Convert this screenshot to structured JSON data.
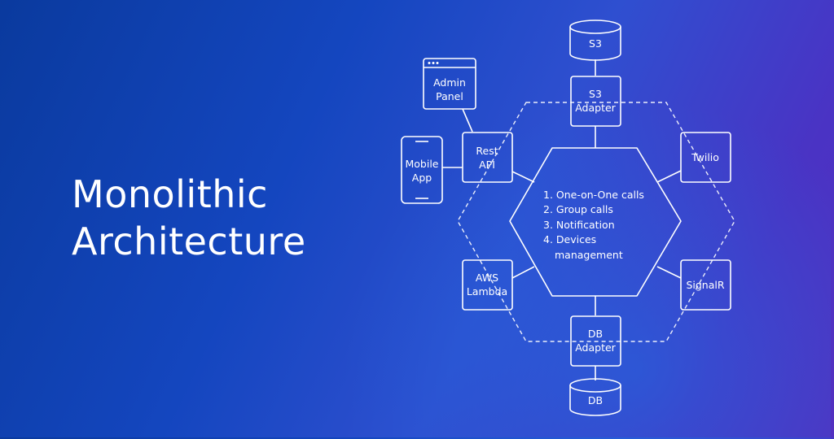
{
  "title": {
    "line1": "Monolithic",
    "line2": "Architecture"
  },
  "diagram": {
    "core_features": [
      "1. One-on-One calls",
      "2. Group calls",
      "3. Notification",
      "4. Devices",
      "management"
    ],
    "nodes": {
      "s3": "S3",
      "s3_adapter": [
        "S3",
        "Adapter"
      ],
      "admin_panel": [
        "Admin",
        "Panel"
      ],
      "mobile_app": [
        "Mobile",
        "App"
      ],
      "rest_api": [
        "Rest",
        "API"
      ],
      "twilio": "Twilio",
      "aws_lambda": [
        "AWS",
        "Lambda"
      ],
      "signalr": "SignalR",
      "db_adapter": [
        "DB",
        "Adapter"
      ],
      "db": "DB"
    }
  }
}
